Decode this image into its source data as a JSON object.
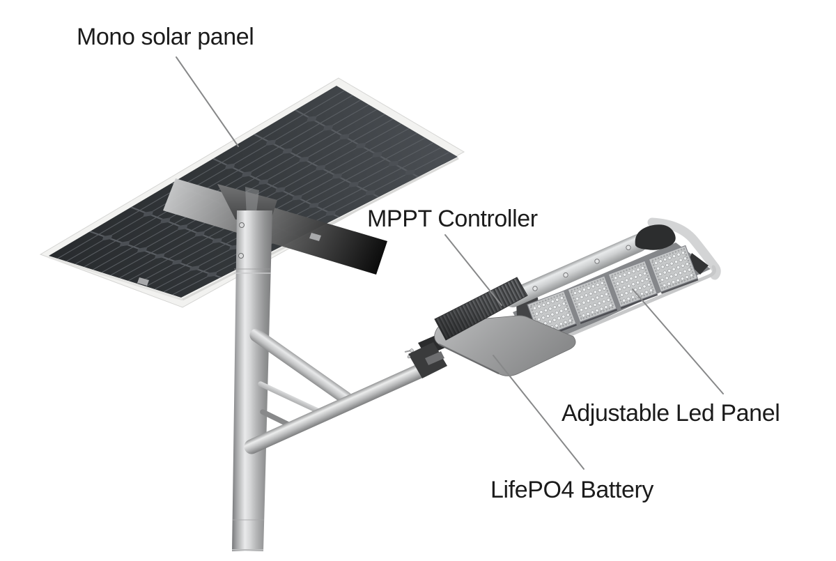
{
  "diagram": {
    "labels": {
      "solar_panel": "Mono solar panel",
      "controller": "MPPT Controller",
      "led_panel": "Adjustable Led Panel",
      "battery": "LifePO4 Battery"
    },
    "colors": {
      "background": "#ffffff",
      "label_text": "#1b1b1b",
      "leader_line": "#878889",
      "panel_cell_dark": "#33373a",
      "panel_frame": "#f2f2f0",
      "metal_highlight": "#e9eaeb",
      "metal_mid": "#b5b6b7",
      "fixture_dark": "#2c2d2e"
    }
  }
}
